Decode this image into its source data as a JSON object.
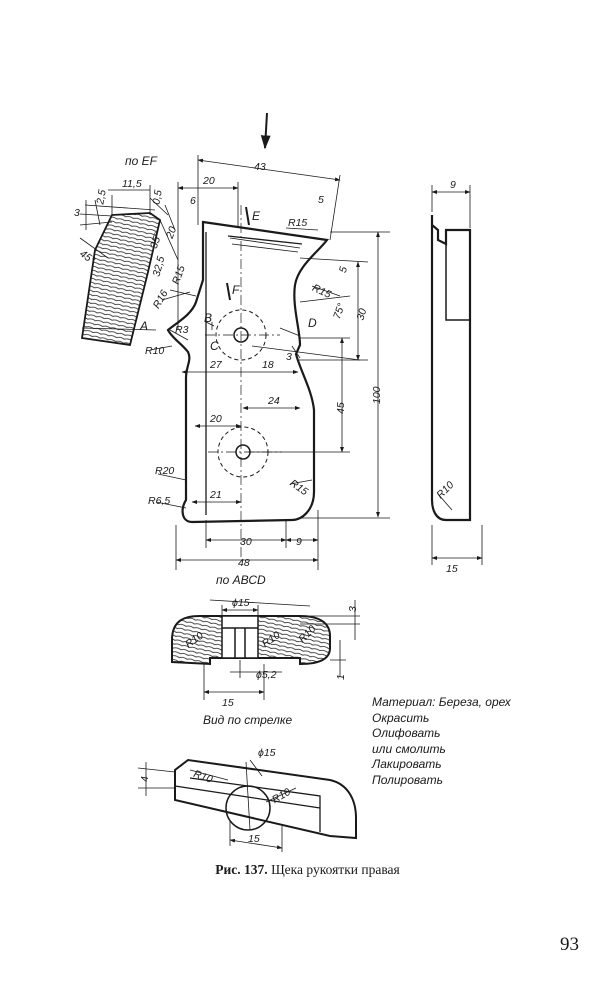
{
  "views": {
    "section_ef": "по EF",
    "section_abcd": "по АВСD",
    "arrow_view": "Вид по стрелке"
  },
  "points": {
    "E": "E",
    "F": "F",
    "A": "A",
    "B": "B",
    "C": "C",
    "D": "D"
  },
  "dimensions": {
    "d43": "43",
    "d20a": "20",
    "d6": "6",
    "d5a": "5",
    "d5b": "5",
    "d11_5": "11,5",
    "d2_5": "2,5",
    "d3a": "3",
    "d0_5": "0,5",
    "d45a": "45°",
    "d35": "35°",
    "d20b": "20",
    "d32_5": "32,5",
    "R15a": "R15",
    "R15b": "R15",
    "R15c": "R15",
    "R15d": "R15",
    "R16": "R16",
    "R3": "R3",
    "R10a": "R10",
    "d75": "75°",
    "d30a": "30",
    "d100": "100",
    "d27": "27",
    "d18": "18",
    "d3b": "3",
    "d24": "24",
    "d45b": "45",
    "d20c": "20",
    "R20": "R20",
    "d21": "21",
    "R6_5": "R6,5",
    "d30b": "30",
    "d9a": "9",
    "d48": "48",
    "d9b": "9",
    "R10b": "R10",
    "d15a": "15",
    "phi15a": "ϕ15",
    "d3c": "3",
    "R10c": "R10",
    "R10d": "R10",
    "R10e": "R10",
    "phi5_2": "ϕ5,2",
    "d1": "1",
    "d15b": "15",
    "phi15b": "ϕ15",
    "d4": "4",
    "R10f": "R10",
    "R10g": "R10",
    "d15c": "15"
  },
  "material": [
    "Материал: Береза, орех",
    "Окрасить",
    "Олифовать",
    "или смолить",
    "Лакировать",
    "Полировать"
  ],
  "caption": {
    "label": "Рис. 137.",
    "title": "Щека рукоятки правая"
  },
  "page_number": "93"
}
